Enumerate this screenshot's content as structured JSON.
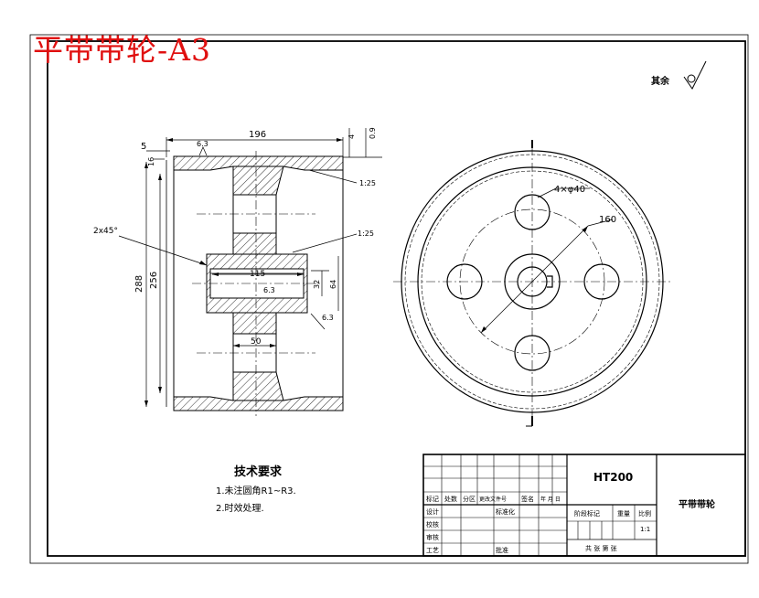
{
  "sheet_title": "平带带轮-A3",
  "roughness_note": "其余",
  "dimensions": {
    "overall_width": "196",
    "rim_left": "5",
    "rim_top_left": "16",
    "ra_top": "6.3",
    "right_4": "4",
    "right_09": "0.9",
    "chamfer": "2x45°",
    "outer_dia": "288",
    "inner_dia": "256",
    "hub_length": "115",
    "hub_ra": "6.3",
    "bore_32": "32",
    "bore_64": "64",
    "web_50": "50",
    "slope_1": "1:25",
    "slope_2": "1:25",
    "right_ra": "6.3",
    "holes": "4×φ40",
    "pcd": "160"
  },
  "tech_requirements": {
    "heading": "技术要求",
    "line1": "1.未注圆角R1~R3.",
    "line2": "2.时效处理."
  },
  "title_block": {
    "material": "HT200",
    "part_name": "平带带轮",
    "mark": "标记",
    "count": "处数",
    "zone": "分区",
    "change_doc": "更改文件号",
    "signature": "签名",
    "date": "年 月 日",
    "design": "设计",
    "standardize": "标准化",
    "proofread": "校核",
    "review": "审核",
    "craft": "工艺",
    "approve": "批准",
    "stage_mark": "阶段标记",
    "weight": "重量",
    "ratio": "比例",
    "scale_value": "1:1",
    "sheets": "共 张 第 张"
  }
}
